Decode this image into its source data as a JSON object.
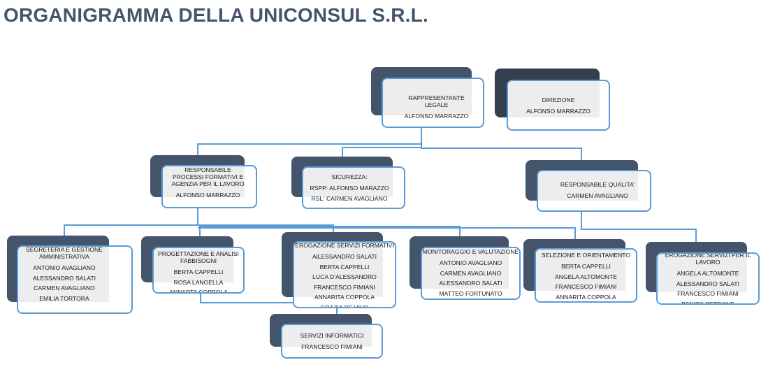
{
  "title": "ORGANIGRAMMA DELLA UNICONSUL S.R.L.",
  "colors": {
    "box_dark": "#44546A",
    "box_darker": "#323F4F",
    "border": "#5B9BD5",
    "fill": "#ECEDEF",
    "title": "#44546A"
  },
  "nodes": [
    {
      "id": "rappresentante-legale",
      "title": "RAPPRESENTANTE LEGALE",
      "members": [
        "ALFONSO MARRAZZO"
      ]
    },
    {
      "id": "direzione",
      "title": "DIREZIONE",
      "members": [
        "ALFONSO MARRAZZO"
      ]
    },
    {
      "id": "responsabile-processi",
      "title": "RESPONSABILE   PROCESSI FORMATIVI E AGENZIA PER IL LAVORO",
      "members": [
        "ALFONSO MARRAZZO"
      ]
    },
    {
      "id": "sicurezza",
      "title": "SICUREZZA:",
      "members": [
        "RSPP: ALFONSO MARAZZO",
        "RSL: CARMEN AVAGLIANO"
      ]
    },
    {
      "id": "responsabile-qualita",
      "title": "RESPONSABILE QUALITA’",
      "members": [
        "CARMEN AVAGLIANO"
      ]
    },
    {
      "id": "segreteria",
      "title": "SEGRETERIA E GESTIONE AMMINISTRATIVA",
      "members": [
        "ANTONIO AVAGLIANO",
        "ALESSANDRO SALATI",
        "CARMEN AVAGLIANO",
        "EMILIA TORTORA"
      ]
    },
    {
      "id": "progettazione",
      "title": "PROGETTAZIONE E ANALISI FABBISOGNI",
      "members": [
        "BERTA CAPPELLI",
        "ROSA LANGELLA",
        "ANNARTA COPPOLA"
      ]
    },
    {
      "id": "erogazione-formativi",
      "title": "EROGAZIONE SERVIZI FORMATIVI",
      "members": [
        "AlLESSANDRO SALATI",
        "BERTA CAPPELLI",
        "LUCA D’ALESSANDRO",
        "FRANCESCO FIMIANI",
        "ANNARITA COPPOLA",
        "GRAZIA DE VIVO"
      ]
    },
    {
      "id": "monitoraggio",
      "title": "MONITORAGGIO E VALUTAZIONE",
      "members": [
        "ANTONIO AVAGLIANO",
        "CARMEN AVAGLIANO",
        "ALESSANDRO SALATI",
        "MATTEO FORTUNATO"
      ]
    },
    {
      "id": "selezione",
      "title": "SELEZIONE E ORIENTAMENTO",
      "members": [
        "BERTA CAPPELLI",
        "ANGELA ALTOMONTE",
        "FRANCESCO FIMIANI",
        "ANNARITA COPPOLA"
      ]
    },
    {
      "id": "erogazione-lavoro",
      "title": "EROGAZIONE SERVIZI PER IL LAVORO",
      "members": [
        "ANGELA ALTOMONTE",
        "ALESSANDRO SALATI",
        "FRANCESCO FIMIANI",
        "BENITO PETRONE"
      ]
    },
    {
      "id": "servizi-informatici",
      "title": "SERVIZI INFORMATICI",
      "members": [
        "FRANCESCO FIMIANI"
      ]
    }
  ]
}
